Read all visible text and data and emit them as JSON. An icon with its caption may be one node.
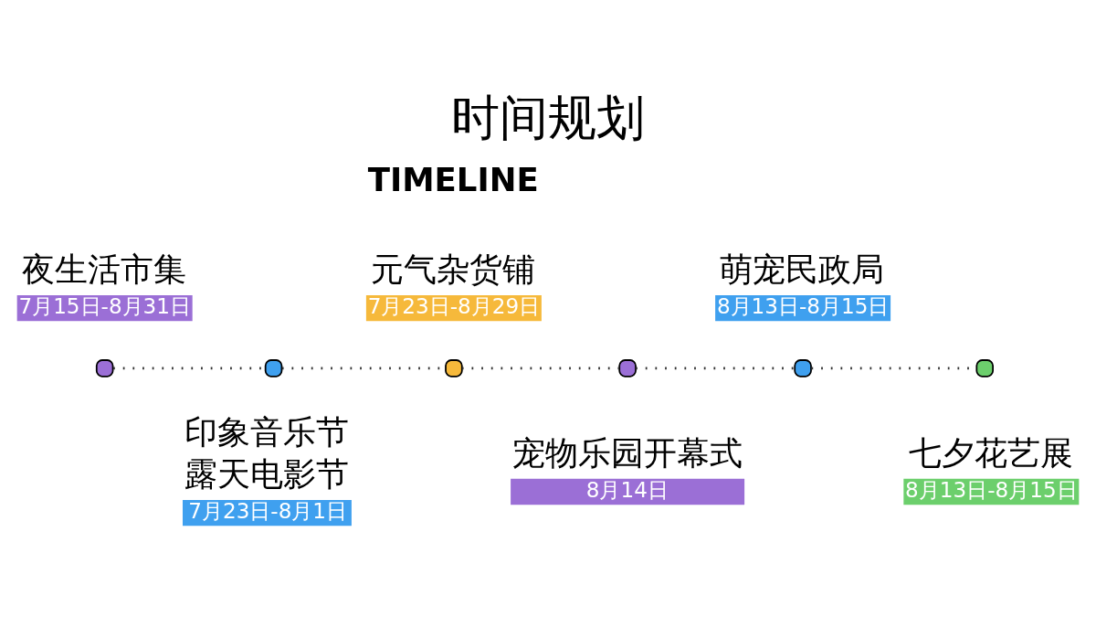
{
  "diagram": {
    "title": "时间规划",
    "nodes": [
      {
        "text": [],
        "shape": "box",
        "beside": [
          "夜生活市集",
          "7月15日-8月31日"
        ]
      },
      {
        "text": [],
        "shape": "box",
        "beside": [
          "印象音乐节",
          "露天电影节",
          "7月23日-8月1日"
        ]
      },
      {
        "text": [],
        "shape": "box",
        "beside": [
          "元气杂货铺",
          "7月23日-8月29日"
        ]
      },
      {
        "text": [],
        "shape": "box",
        "beside": [
          "宠物乐园开幕式",
          "8月14日"
        ]
      },
      {
        "text": [],
        "shape": "box",
        "beside": [
          "萌宠民政局",
          "8月13日-8月15日"
        ]
      },
      {
        "text": [],
        "shape": "box",
        "beside": [
          "七夕花艺展",
          "8月13日-8月15日"
        ]
      }
    ],
    "edges": [
      {
        "from": 0,
        "to": 1,
        "arrow": "none"
      },
      {
        "from": 1,
        "to": 2,
        "arrow": "none"
      },
      {
        "from": 2,
        "to": 3,
        "arrow": "none"
      },
      {
        "from": 3,
        "to": 4,
        "arrow": "none"
      },
      {
        "from": 4,
        "to": 5,
        "arrow": "none"
      }
    ],
    "labels": [
      "TIMELINE"
    ]
  }
}
